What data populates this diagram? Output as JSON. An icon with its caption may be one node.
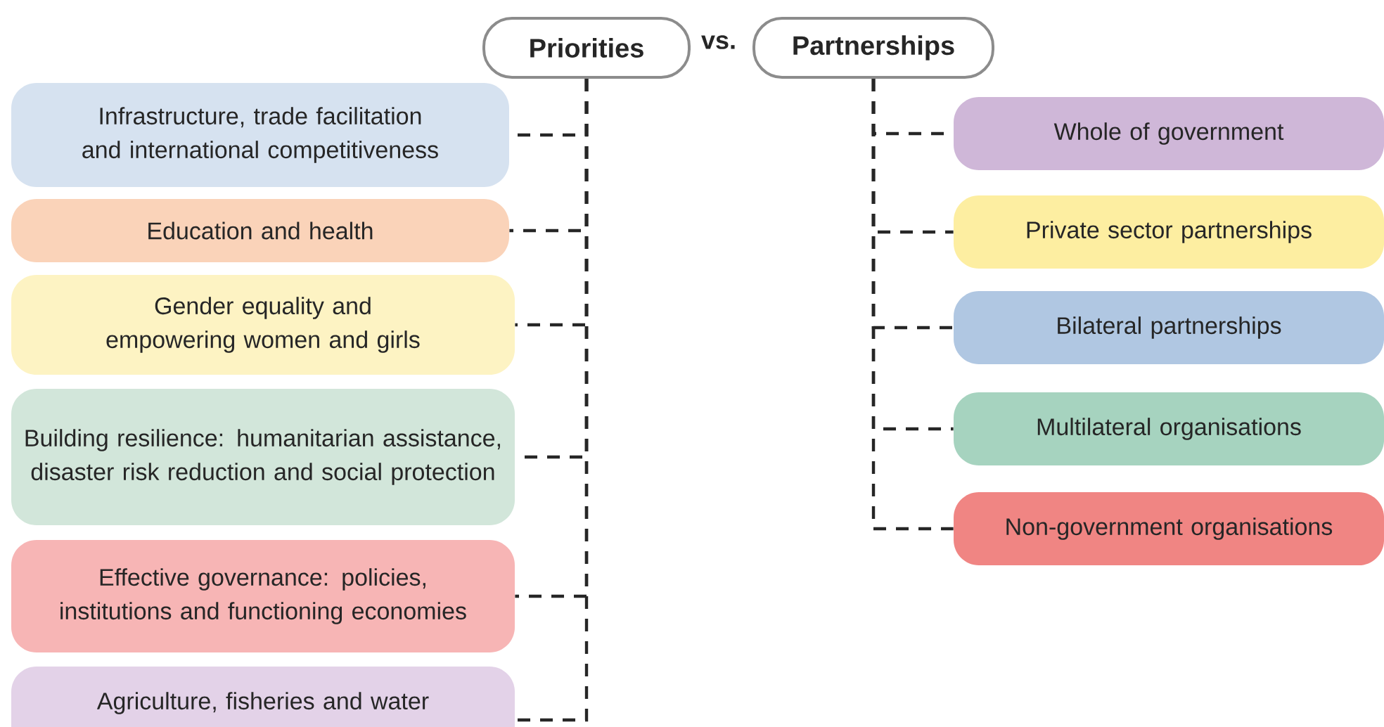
{
  "diagram": {
    "nodes": [
      {
        "text": [
          "Priorities"
        ]
      },
      {
        "text": [
          "Partnerships"
        ]
      },
      {
        "text": [
          "Infrastructure, trade facilitation and international competitiveness"
        ]
      },
      {
        "text": [
          "Education and health"
        ]
      },
      {
        "text": [
          "Gender equality and empowering women and girls"
        ]
      },
      {
        "text": [
          "Building resilience: humanitarian assistance, disaster risk reduction and social protection"
        ]
      },
      {
        "text": [
          "Effective governance: policies, institutions and functioning economies"
        ]
      },
      {
        "text": [
          "Agriculture, fisheries and water"
        ]
      },
      {
        "text": [
          "Whole of government"
        ]
      },
      {
        "text": [
          "Private sector partnerships"
        ]
      },
      {
        "text": [
          "Bilateral partnerships"
        ]
      },
      {
        "text": [
          "Multilateral organisations"
        ]
      },
      {
        "text": [
          "Non-government organisations"
        ]
      }
    ],
    "edges": [
      {
        "from": 0,
        "to": 2,
        "arrow": "none",
        "style": "dashed"
      },
      {
        "from": 0,
        "to": 3,
        "arrow": "none",
        "style": "dashed"
      },
      {
        "from": 0,
        "to": 4,
        "arrow": "none",
        "style": "dashed"
      },
      {
        "from": 0,
        "to": 5,
        "arrow": "none",
        "style": "dashed"
      },
      {
        "from": 0,
        "to": 6,
        "arrow": "none",
        "style": "dashed"
      },
      {
        "from": 0,
        "to": 7,
        "arrow": "none",
        "style": "dashed"
      },
      {
        "from": 1,
        "to": 8,
        "arrow": "none",
        "style": "dashed"
      },
      {
        "from": 1,
        "to": 9,
        "arrow": "none",
        "style": "dashed"
      },
      {
        "from": 1,
        "to": 10,
        "arrow": "none",
        "style": "dashed"
      },
      {
        "from": 1,
        "to": 11,
        "arrow": "none",
        "style": "dashed"
      },
      {
        "from": 1,
        "to": 12,
        "arrow": "none",
        "style": "dashed"
      }
    ],
    "labels": [
      "vs."
    ]
  }
}
